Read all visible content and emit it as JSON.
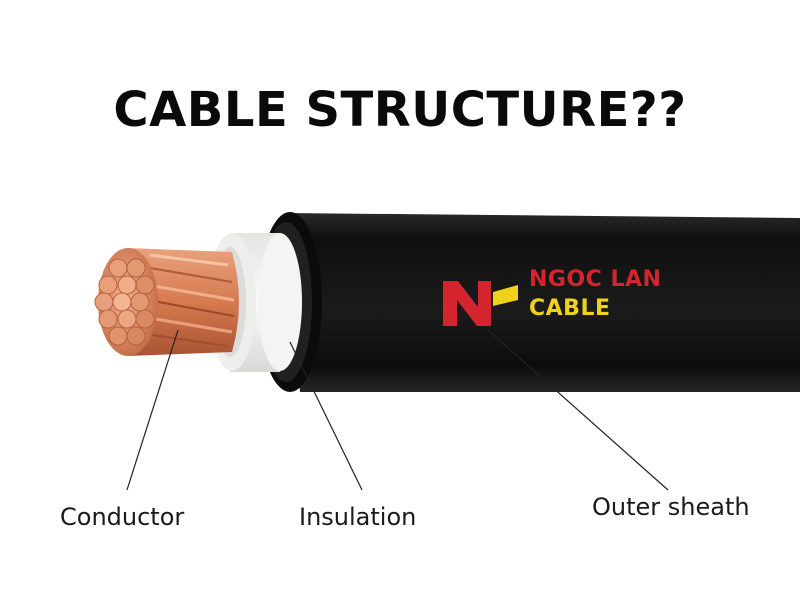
{
  "title": "CABLE STRUCTURE??",
  "brand": {
    "line1": "NGOC LAN",
    "line2": "CABLE",
    "red": "#d4252f",
    "yellow": "#f1d21b"
  },
  "labels": {
    "conductor": "Conductor",
    "insulation": "Insulation",
    "sheath": "Outer sheath"
  },
  "colors": {
    "sheath": "#141414",
    "insulation": "#f2f2f0",
    "copper": "#d9825a"
  }
}
